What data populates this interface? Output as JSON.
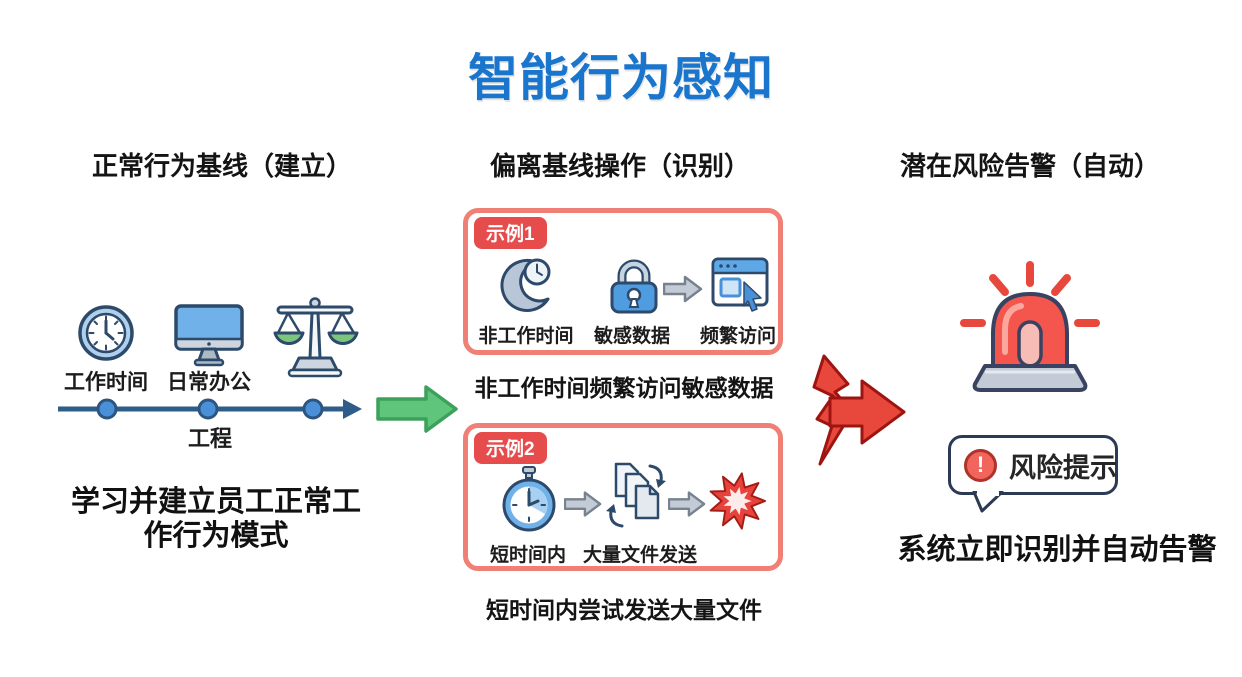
{
  "title": "智能行为感知",
  "columns": {
    "left": {
      "header": "正常行为基线（建立）",
      "labels": {
        "clock": "工作时间",
        "monitor": "日常办公",
        "timeline": "工程"
      },
      "summary": "学习并建立员工正常工作行为模式"
    },
    "middle": {
      "header": "偏离基线操作（识别）",
      "example1": {
        "tag": "示例1",
        "items": [
          "非工作时间",
          "敏感数据",
          "频繁访问"
        ],
        "caption": "非工作时间频繁访问敏感数据"
      },
      "example2": {
        "tag": "示例2",
        "items": [
          "短时间内",
          "大量文件发送"
        ],
        "caption": "短时间内尝试发送大量文件"
      }
    },
    "right": {
      "header": "潜在风险告警（自动）",
      "bubble_label": "风险提示",
      "exclamation": "!",
      "summary": "系统立即识别并自动告警"
    }
  },
  "icons": [
    "clock-icon",
    "monitor-icon",
    "scales-icon",
    "timeline-arrow",
    "moon-clock-icon",
    "lock-icon",
    "arrow-right-icon",
    "browser-cursor-icon",
    "stopwatch-icon",
    "files-transfer-icon",
    "burst-icon",
    "flow-arrow-green-icon",
    "lightning-arrow-red-icon",
    "siren-icon",
    "alert-icon"
  ],
  "colors": {
    "title_blue": "#1a75cc",
    "box_border_salmon": "#f08076",
    "tag_red": "#e64c4c",
    "arrow_green": "#5ec57a",
    "arrow_red": "#e8473c",
    "alarm_red": "#f4564e",
    "icon_blue": "#5fa8e8",
    "outline_navy": "#2d4a6b",
    "pan_green": "#7cc57e"
  }
}
